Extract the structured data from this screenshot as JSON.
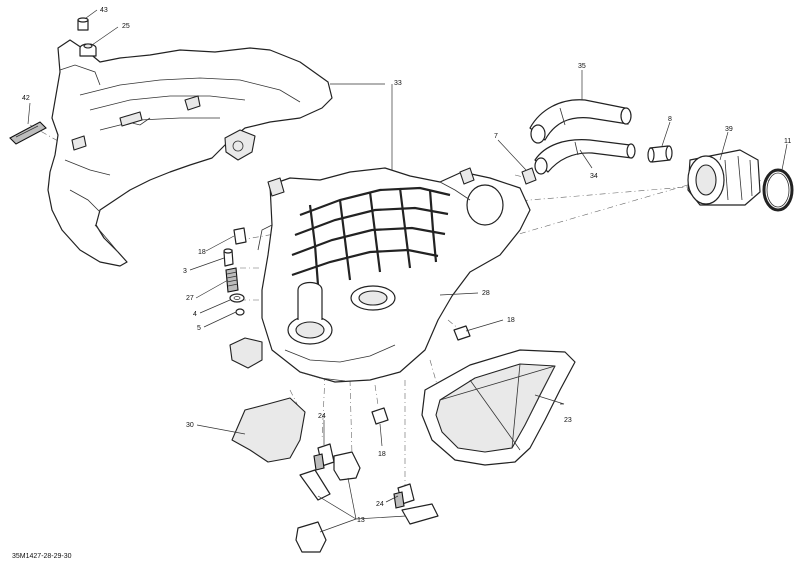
{
  "diagram_code": "35M1427-28-29-30",
  "callouts": {
    "c43": "43",
    "c25": "25",
    "c42": "42",
    "c33": "33",
    "c35": "35",
    "c7": "7",
    "c8": "8",
    "c39": "39",
    "c11": "11",
    "c34": "34",
    "c18a": "18",
    "c3": "3",
    "c27": "27",
    "c4": "4",
    "c5": "5",
    "c28": "28",
    "c18b": "18",
    "c23": "23",
    "c30": "30",
    "c24a": "24",
    "c18c": "18",
    "c24b": "24",
    "c13": "13"
  }
}
